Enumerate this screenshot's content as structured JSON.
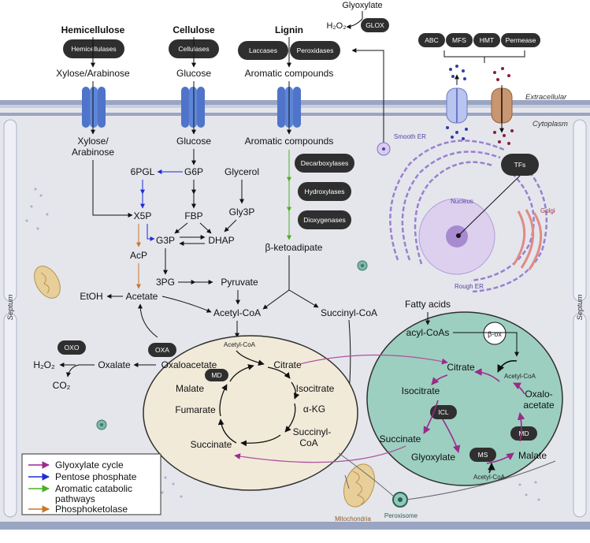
{
  "sources": {
    "hemicellulose": "Hemicellulose",
    "cellulose": "Cellulose",
    "lignin": "Lignin",
    "glyoxylate": "Glyoxylate",
    "h2o2": "H₂O₂"
  },
  "enzymes": {
    "hemicellulases": "Hemicellulases",
    "cellulases": "Cellulases",
    "laccases": "Laccases",
    "peroxidases": "Peroxidases",
    "glox": "GLOX",
    "decarboxylases": "Decarboxylases",
    "hydroxylases": "Hydroxylases",
    "dioxygenases": "Dioxygenases",
    "tfs": "TFs",
    "oxo": "OXO",
    "oxa": "OXA",
    "md": "MD",
    "icl": "ICL",
    "ms": "MS",
    "box": "β-ox"
  },
  "transporters": [
    "ABC",
    "MFS",
    "HMT",
    "Permease"
  ],
  "compartments": {
    "extracellular": "Extracellular",
    "cytoplasm": "Cytoplasm",
    "septum_left": "Septum",
    "septum_right": "Septum",
    "smooth_er": "Smooth ER",
    "rough_er": "Rough ER",
    "nucleus": "Nucleus",
    "golgi": "Golgi",
    "mitochondria": "Mitochondria",
    "peroxisome": "Peroxisome"
  },
  "metabolites": {
    "xylose_ext": "Xylose/Arabinose",
    "glucose_ext": "Glucose",
    "aromatic_ext": "Aromatic compounds",
    "xylose_int_1": "Xylose/",
    "xylose_int_2": "Arabinose",
    "glucose_int": "Glucose",
    "aromatic_int": "Aromatic compounds",
    "pgl6": "6PGL",
    "g6p": "G6P",
    "glycerol": "Glycerol",
    "x5p": "X5P",
    "fbp": "FBP",
    "gly3p": "Gly3P",
    "g3p": "G3P",
    "dhap": "DHAP",
    "acp": "AcP",
    "pg3": "3PG",
    "pyruvate": "Pyruvate",
    "etoh": "EtOH",
    "acetate": "Acetate",
    "ketoadipate": "β-ketoadipate",
    "acetyl_coa": "Acetyl-CoA",
    "succinyl_coa": "Succinyl-CoA",
    "fatty_acids": "Fatty acids",
    "acyl_coas": "acyl-CoAs",
    "oxalate": "Oxalate",
    "h2o2_ox": "H₂O₂",
    "co2": "CO₂"
  },
  "tca": {
    "acetyl_coa_small": "Acetyl-CoA",
    "oxaloacetate": "Oxaloacetate",
    "citrate": "Citrate",
    "isocitrate": "Isocitrate",
    "akg": "α-KG",
    "succinyl_coa_1": "Succinyl-",
    "succinyl_coa_2": "CoA",
    "succinate": "Succinate",
    "fumarate": "Fumarate",
    "malate": "Malate"
  },
  "glyoxylate_cycle": {
    "citrate": "Citrate",
    "acetyl_coa_top": "Acetyl-CoA",
    "isocitrate": "Isocitrate",
    "oxalo_1": "Oxalo-",
    "oxalo_2": "acetate",
    "succinate": "Succinate",
    "glyoxylate": "Glyoxylate",
    "malate": "Malate",
    "acetyl_coa_bottom": "Acetyl-CoA"
  },
  "legend": {
    "items": [
      {
        "label": "Glyoxylate cycle",
        "color": "#9b2a8a"
      },
      {
        "label": "Pentose phosphate",
        "color": "#1f2bd6"
      },
      {
        "label": "Aromatic catabolic",
        "color": "#4caf25"
      },
      {
        "label": "pathways",
        "color": "#4caf25"
      },
      {
        "label": "Phosphoketolase",
        "color": "#c8782a"
      }
    ]
  }
}
